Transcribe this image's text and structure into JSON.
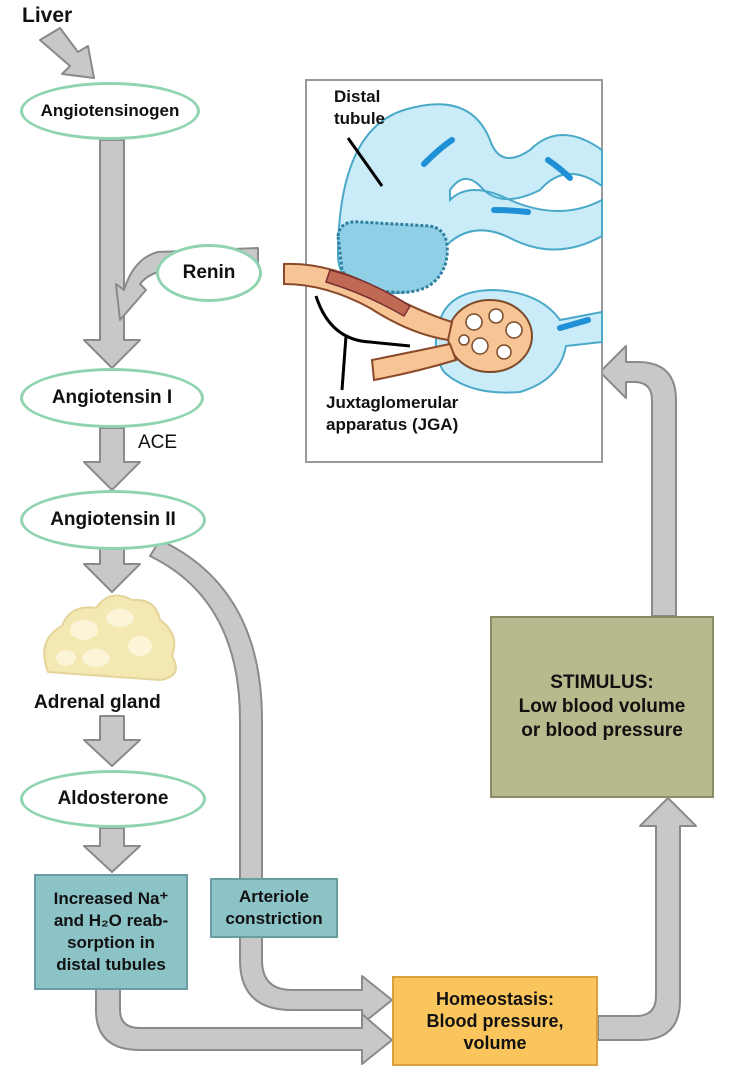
{
  "labels": {
    "liver": "Liver",
    "ace": "ACE",
    "adrenal_gland": "Adrenal gland",
    "distal_tubule": [
      "Distal",
      "tubule"
    ],
    "jga": [
      "Juxtaglomerular",
      "apparatus (JGA)"
    ]
  },
  "nodes": {
    "angiotensinogen": "Angiotensinogen",
    "renin": "Renin",
    "angiotensin_1": "Angiotensin I",
    "angiotensin_2": "Angiotensin II",
    "aldosterone": "Aldosterone"
  },
  "boxes": {
    "na_reabsorption": [
      "Increased Na⁺",
      "and H₂O reab-",
      "sorption in",
      "distal tubules"
    ],
    "arteriole": [
      "Arteriole",
      "constriction"
    ],
    "homeostasis": [
      "Homeostasis:",
      "Blood pressure,",
      "volume"
    ],
    "stimulus": [
      "STIMULUS:",
      "Low blood volume",
      "or blood pressure"
    ]
  },
  "colors": {
    "arrow_fill": "#c8c8c8",
    "arrow_stroke": "#8a8a8a",
    "oval_border": "#8fd3b0",
    "teal_box": "#8cc3c7",
    "olive_box": "#b8b98c",
    "orange_box": "#fbc55d",
    "tubule": "#c9ecf8",
    "vessel": "#f6c495"
  }
}
